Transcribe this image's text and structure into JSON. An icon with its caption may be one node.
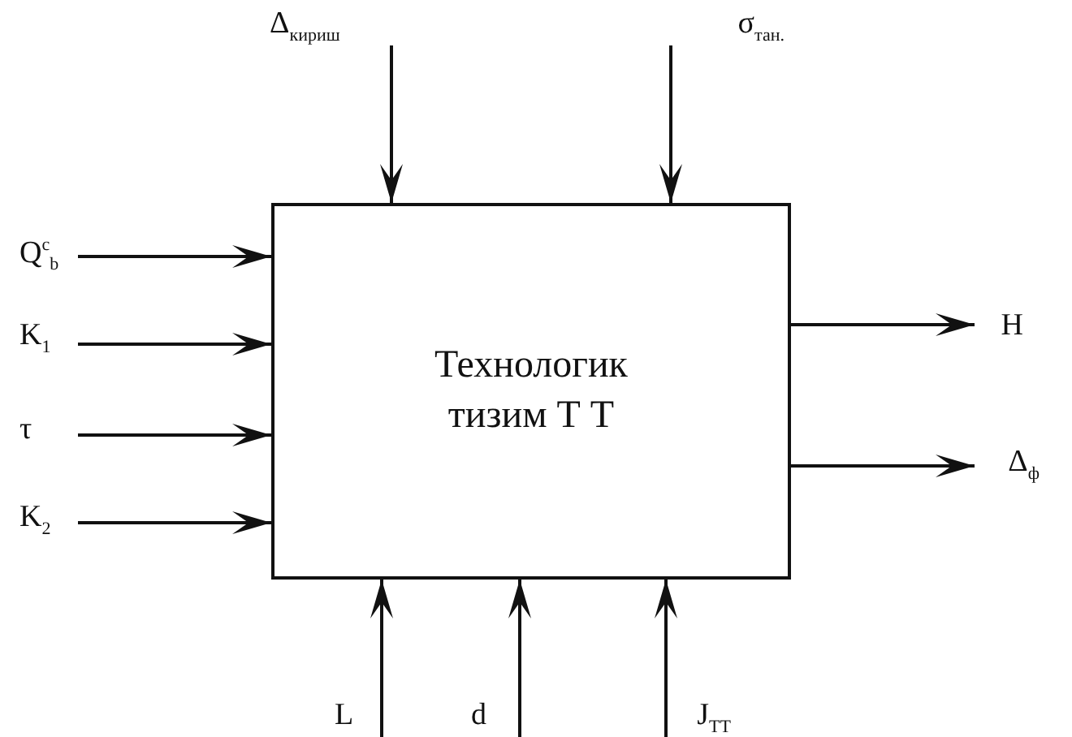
{
  "diagram": {
    "nodes": [
      {
        "text": [
          "Технологик тизим Т Т"
        ]
      },
      {
        "text": [
          "Δ$_{кириш}$"
        ]
      },
      {
        "text": [
          "σ$_{тан.}$"
        ]
      },
      {
        "text": [
          "Q$^{c}$$_{b}$"
        ]
      },
      {
        "text": [
          "K$_{1}$"
        ]
      },
      {
        "text": [
          "τ"
        ]
      },
      {
        "text": [
          "K$_{2}$"
        ]
      },
      {
        "text": [
          "H"
        ]
      },
      {
        "text": [
          "Δ$_{ф}$"
        ]
      },
      {
        "text": [
          "L"
        ]
      },
      {
        "text": [
          "d"
        ]
      },
      {
        "text": [
          "J$_{ТТ}$"
        ]
      }
    ],
    "edges": [
      {
        "from": 1,
        "to": 0,
        "arrow": "to"
      },
      {
        "from": 2,
        "to": 0,
        "arrow": "to"
      },
      {
        "from": 3,
        "to": 0,
        "arrow": "to"
      },
      {
        "from": 4,
        "to": 0,
        "arrow": "to"
      },
      {
        "from": 5,
        "to": 0,
        "arrow": "to"
      },
      {
        "from": 6,
        "to": 0,
        "arrow": "to"
      },
      {
        "from": 0,
        "to": 7,
        "arrow": "to"
      },
      {
        "from": 0,
        "to": 8,
        "arrow": "to"
      },
      {
        "from": 9,
        "to": 0,
        "arrow": "to"
      },
      {
        "from": 10,
        "to": 0,
        "arrow": "to"
      },
      {
        "from": 11,
        "to": 0,
        "arrow": "to"
      }
    ]
  }
}
